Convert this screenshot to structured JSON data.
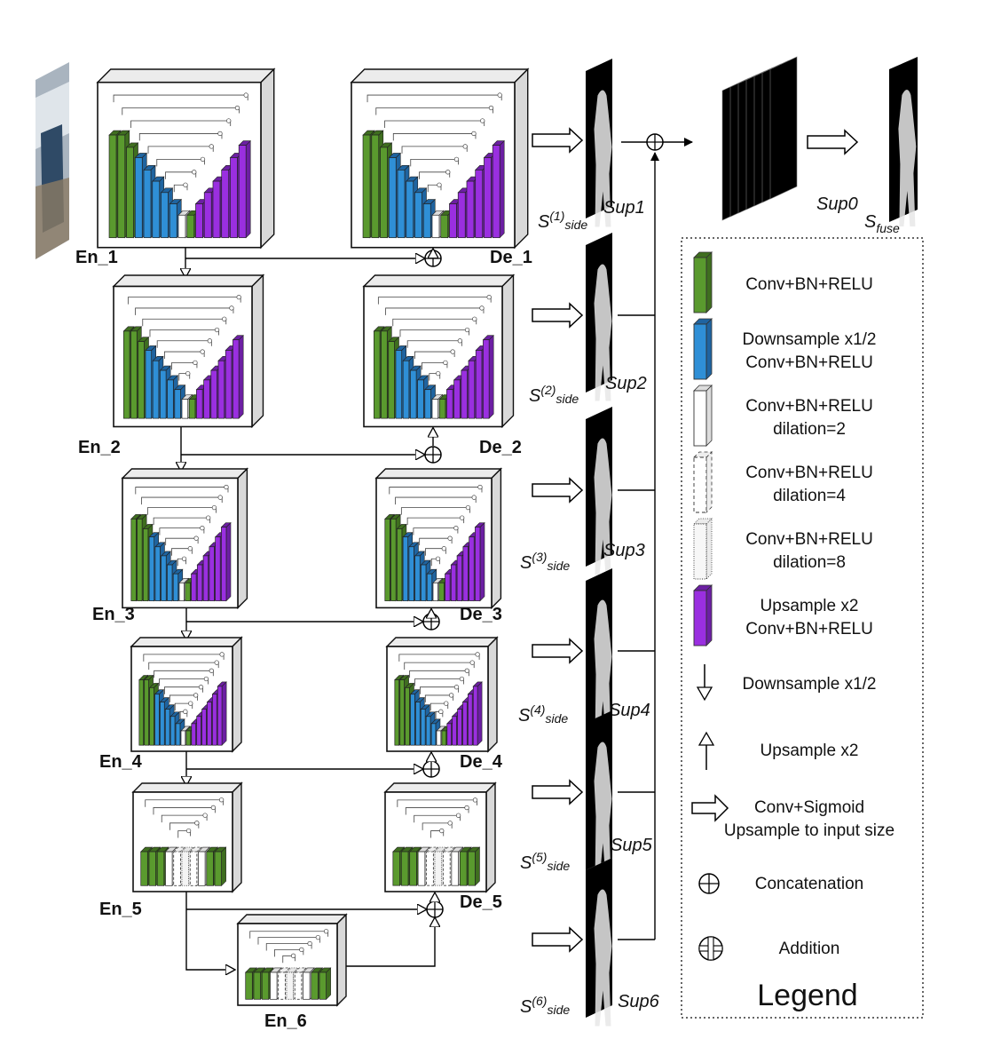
{
  "encoders": [
    {
      "label": "En_1",
      "kind": "full"
    },
    {
      "label": "En_2",
      "kind": "full"
    },
    {
      "label": "En_3",
      "kind": "full"
    },
    {
      "label": "En_4",
      "kind": "full"
    },
    {
      "label": "En_5",
      "kind": "dilated"
    },
    {
      "label": "En_6",
      "kind": "dilated"
    }
  ],
  "decoders": [
    {
      "label": "De_1",
      "kind": "full"
    },
    {
      "label": "De_2",
      "kind": "full"
    },
    {
      "label": "De_3",
      "kind": "full"
    },
    {
      "label": "De_4",
      "kind": "full"
    },
    {
      "label": "De_5",
      "kind": "dilated"
    }
  ],
  "side_outputs": [
    {
      "sup": "Sup1",
      "s_base": "S",
      "s_index": "(1)",
      "s_sub": "side"
    },
    {
      "sup": "Sup2",
      "s_base": "S",
      "s_index": "(2)",
      "s_sub": "side"
    },
    {
      "sup": "Sup3",
      "s_base": "S",
      "s_index": "(3)",
      "s_sub": "side"
    },
    {
      "sup": "Sup4",
      "s_base": "S",
      "s_index": "(4)",
      "s_sub": "side"
    },
    {
      "sup": "Sup5",
      "s_base": "S",
      "s_index": "(5)",
      "s_sub": "side"
    },
    {
      "sup": "Sup6",
      "s_base": "S",
      "s_index": "(6)",
      "s_sub": "side"
    }
  ],
  "fuse": {
    "sup": "Sup0",
    "s_base": "S",
    "s_sub": "fuse"
  },
  "legend": {
    "title": "Legend",
    "items": [
      {
        "icon": "green-block-icon",
        "lines": [
          "Conv+BN+RELU"
        ]
      },
      {
        "icon": "blue-block-icon",
        "lines": [
          "Downsample x1/2",
          "Conv+BN+RELU"
        ]
      },
      {
        "icon": "white-block-icon",
        "lines": [
          "Conv+BN+RELU",
          "dilation=2"
        ]
      },
      {
        "icon": "dashed-block-icon",
        "lines": [
          "Conv+BN+RELU",
          "dilation=4"
        ]
      },
      {
        "icon": "dotted-block-icon",
        "lines": [
          "Conv+BN+RELU",
          "dilation=8"
        ]
      },
      {
        "icon": "purple-block-icon",
        "lines": [
          "Upsample x2",
          "Conv+BN+RELU"
        ]
      },
      {
        "icon": "down-arrow-icon",
        "lines": [
          "Downsample x1/2"
        ]
      },
      {
        "icon": "up-arrow-icon",
        "lines": [
          "Upsample x2"
        ]
      },
      {
        "icon": "hollow-right-arrow-icon",
        "lines": [
          "Conv+Sigmoid",
          "Upsample to input size"
        ]
      },
      {
        "icon": "concatenation-icon",
        "lines": [
          "Concatenation"
        ]
      },
      {
        "icon": "addition-icon",
        "lines": [
          "Addition"
        ]
      }
    ]
  },
  "colors": {
    "green": "#5a9a2e",
    "green_side": "#3f6e1f",
    "blue": "#2f8fd6",
    "blue_side": "#1f64a0",
    "purple": "#9a2fe0",
    "purple_side": "#6c1fa3",
    "box_side": "#d9d9d9",
    "box_top": "#ececec"
  }
}
